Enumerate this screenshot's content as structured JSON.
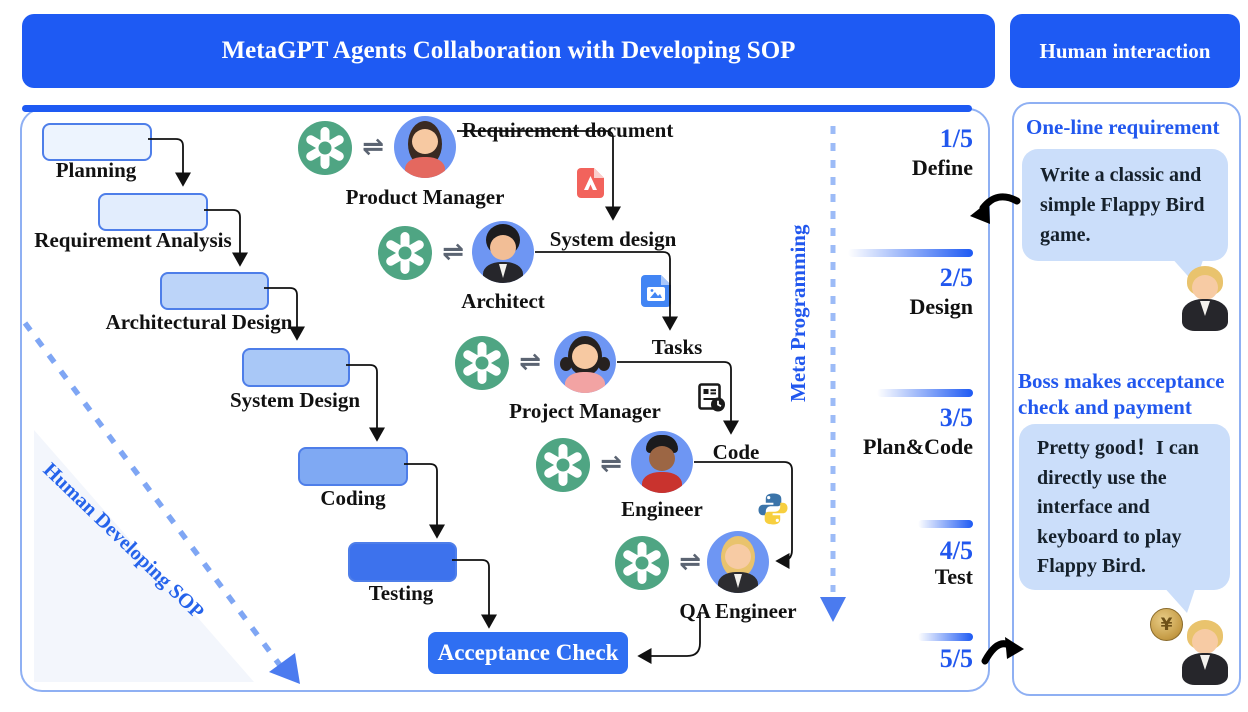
{
  "header": {
    "title": "MetaGPT Agents Collaboration with Developing SOP",
    "human_title": "Human interaction"
  },
  "sop": {
    "diagonal_label": "Human Developing SOP",
    "steps": [
      {
        "label": "Planning"
      },
      {
        "label": "Requirement Analysis"
      },
      {
        "label": "Architectural Design"
      },
      {
        "label": "System Design"
      },
      {
        "label": "Coding"
      },
      {
        "label": "Testing"
      }
    ],
    "final_label": "Acceptance Check"
  },
  "agents": {
    "exchange_symbol": "⇌",
    "rows": [
      {
        "name": "Product Manager",
        "artifact": "Requirement document",
        "artifact_icon": "pdf-icon"
      },
      {
        "name": "Architect",
        "artifact": "System design",
        "artifact_icon": "design-doc-icon"
      },
      {
        "name": "Project Manager",
        "artifact": "Tasks",
        "artifact_icon": "task-list-icon"
      },
      {
        "name": "Engineer",
        "artifact": "Code",
        "artifact_icon": "python-icon"
      },
      {
        "name": "QA Engineer",
        "artifact": "",
        "artifact_icon": ""
      }
    ]
  },
  "meta_label": "Meta Programming",
  "stages": [
    {
      "num": "1/5",
      "name": "Define"
    },
    {
      "num": "2/5",
      "name": "Design"
    },
    {
      "num": "3/5",
      "name": "Plan&Code"
    },
    {
      "num": "4/5",
      "name": "Test"
    },
    {
      "num": "5/5",
      "name": ""
    }
  ],
  "human_panel": {
    "requirement_title": "One-line requirement",
    "requirement_bubble": {
      "line1": "Write a classic and",
      "line2": "simple Flappy Bird",
      "line3": "game."
    },
    "boss_title": {
      "line1": "Boss makes acceptance",
      "line2": "check and payment"
    },
    "boss_bubble": {
      "line1": "Pretty good！I can",
      "line2": "directly use the",
      "line3": "interface and",
      "line4": "keyboard to play",
      "line5": "Flappy Bird."
    },
    "coin_symbol": "¥"
  },
  "colors": {
    "accent": "#1E5AF3",
    "panel_border": "#8FB0F3",
    "bubble": "#CBDEFA",
    "stage_number": "#2157EE",
    "gpt_green": "#4FA583",
    "box_border": "#4E7EE9",
    "box_fills": [
      "#EDF4FE",
      "#E2EDFD",
      "#BCD4F9",
      "#A9C8F7",
      "#7FA9F3",
      "#3D72ED"
    ]
  }
}
